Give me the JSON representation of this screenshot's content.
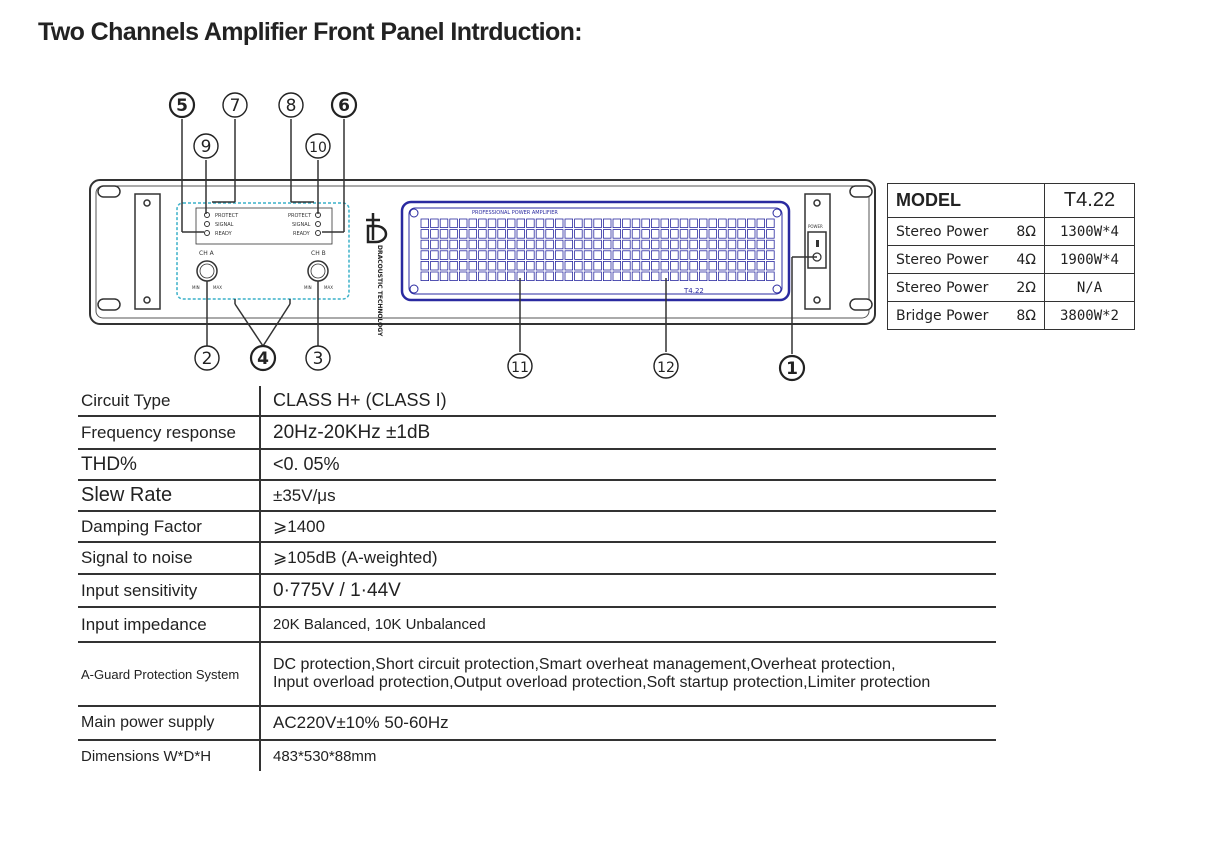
{
  "title": "Two Channels Amplifier Front Panel Intrduction:",
  "panel": {
    "callouts": [
      "5",
      "7",
      "8",
      "6",
      "9",
      "10",
      "2",
      "4",
      "3",
      "11",
      "12",
      "1"
    ],
    "ch_a_label": "CH A",
    "ch_b_label": "CH B",
    "led_labels": [
      "PROTECT",
      "SIGNAL",
      "READY"
    ],
    "knob_min": "MIN",
    "knob_max": "MAX",
    "brand_text": "DRACOUSTIC TECHNOLOGY",
    "display_title": "PROFESSIONAL POWER AMPLIFIER",
    "display_model": "T4.22",
    "power_label": "POWER"
  },
  "model_table": {
    "header": {
      "label": "MODEL",
      "value": "T4.22"
    },
    "rows": [
      {
        "label": "Stereo Power",
        "ohm": "8Ω",
        "value": "1300W*4"
      },
      {
        "label": "Stereo Power",
        "ohm": "4Ω",
        "value": "1900W*4"
      },
      {
        "label": "Stereo Power",
        "ohm": "2Ω",
        "value": "N/A"
      },
      {
        "label": "Bridge Power",
        "ohm": "8Ω",
        "value": "3800W*2"
      }
    ]
  },
  "specs": [
    {
      "key": "Circuit Type",
      "value": "CLASS H+ (CLASS I)"
    },
    {
      "key": "Frequency response",
      "value": "20Hz-20KHz ±1dB"
    },
    {
      "key": "THD%",
      "value": "<0. 05%"
    },
    {
      "key": "Slew  Rate",
      "value": "±35V/μs"
    },
    {
      "key": "Damping Factor",
      "value": "⩾1400"
    },
    {
      "key": "Signal to noise",
      "value": "⩾105dB (A-weighted)"
    },
    {
      "key": "Input sensitivity",
      "value": "0·775V / 1·44V"
    },
    {
      "key": "Input impedance",
      "value": "20K Balanced, 10K Unbalanced"
    },
    {
      "key": "A-Guard Protection System",
      "value": "DC protection,Short circuit protection,Smart overheat management,Overheat protection,",
      "value2": "Input overload protection,Output overload protection,Soft startup protection,Limiter protection"
    },
    {
      "key": "Main power supply",
      "value": "AC220V±10% 50-60Hz"
    },
    {
      "key": "Dimensions W*D*H",
      "value": "483*530*88mm"
    }
  ]
}
